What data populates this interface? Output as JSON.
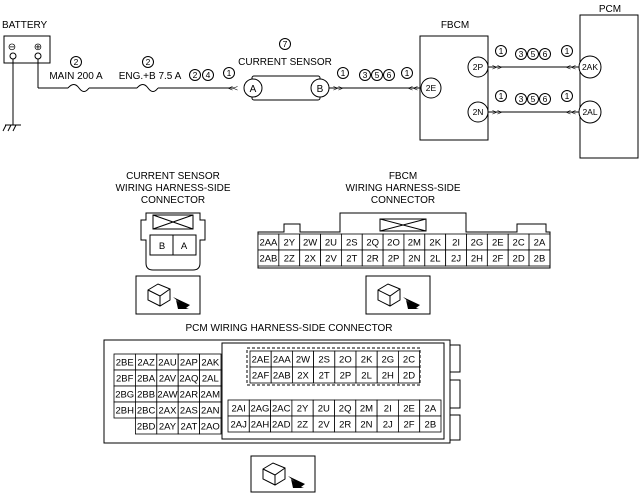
{
  "labels": {
    "battery": "BATTERY",
    "battery_minus": "⊖",
    "battery_plus": "⊕",
    "main_fuse": "MAIN 200 A",
    "eng_fuse": "ENG.+B 7.5 A",
    "current_sensor": "CURRENT SENSOR",
    "fbcm": "FBCM",
    "pcm": "PCM"
  },
  "terminals": {
    "cs_a": "A",
    "cs_b": "B",
    "fbcm_2e": "2E",
    "fbcm_2p": "2P",
    "fbcm_2n": "2N",
    "pcm_2ak": "2AK",
    "pcm_2al": "2AL"
  },
  "notes": {
    "main": [
      "2"
    ],
    "eng": [
      "2"
    ],
    "seg1": [
      "2",
      "4",
      "1"
    ],
    "cs": [
      "7"
    ],
    "seg2": [
      "1",
      "3",
      "5",
      "6",
      "1"
    ],
    "seg3": [
      "1",
      "3",
      "5",
      "6",
      "1"
    ],
    "seg4": [
      "1",
      "3",
      "5",
      "6",
      "1"
    ]
  },
  "connectors": {
    "cs_title": [
      "CURRENT SENSOR",
      "WIRING HARNESS-SIDE",
      "CONNECTOR"
    ],
    "cs_pins": [
      "B",
      "A"
    ],
    "fbcm_title": [
      "FBCM",
      "WIRING HARNESS-SIDE",
      "CONNECTOR"
    ],
    "fbcm_row1": [
      "2AA",
      "2Y",
      "2W",
      "2U",
      "2S",
      "2Q",
      "2O",
      "2M",
      "2K",
      "2I",
      "2G",
      "2E",
      "2C",
      "2A"
    ],
    "fbcm_row2": [
      "2AB",
      "2Z",
      "2X",
      "2V",
      "2T",
      "2R",
      "2P",
      "2N",
      "2L",
      "2J",
      "2H",
      "2F",
      "2D",
      "2B"
    ],
    "pcm_title": "PCM WIRING HARNESS-SIDE CONNECTOR",
    "pcm_left": [
      [
        "2BE",
        "2AZ",
        "2AU",
        "2AP",
        "2AK"
      ],
      [
        "2BF",
        "2BA",
        "2AV",
        "2AQ",
        "2AL"
      ],
      [
        "2BG",
        "2BB",
        "2AW",
        "2AR",
        "2AM"
      ],
      [
        "2BH",
        "2BC",
        "2AX",
        "2AS",
        "2AN"
      ],
      [
        "",
        "2BD",
        "2AY",
        "2AT",
        "2AO"
      ]
    ],
    "pcm_right_top": [
      [
        "2AE",
        "2AA",
        "2W",
        "2S",
        "2O",
        "2K",
        "2G",
        "2C"
      ],
      [
        "2AF",
        "2AB",
        "2X",
        "2T",
        "2P",
        "2L",
        "2H",
        "2D"
      ]
    ],
    "pcm_right_bottom": [
      [
        "2AI",
        "2AG",
        "2AC",
        "2Y",
        "2U",
        "2Q",
        "2M",
        "2I",
        "2E",
        "2A"
      ],
      [
        "2AJ",
        "2AH",
        "2AD",
        "2Z",
        "2V",
        "2R",
        "2N",
        "2J",
        "2F",
        "2B"
      ]
    ]
  }
}
